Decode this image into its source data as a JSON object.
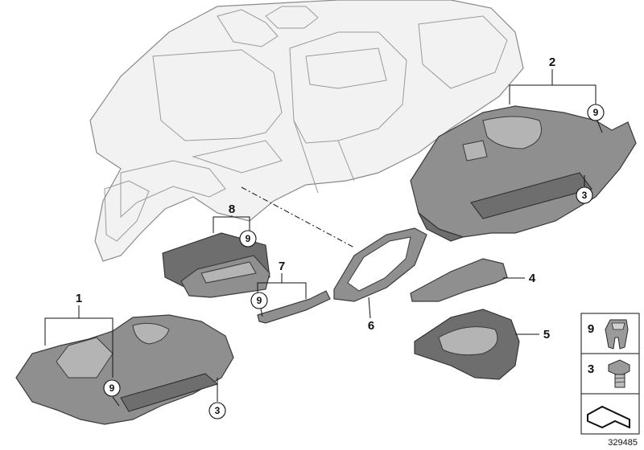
{
  "callouts": {
    "c1": "1",
    "c2": "2",
    "c3a": "3",
    "c3b": "3",
    "c4": "4",
    "c5": "5",
    "c6": "6",
    "c7": "7",
    "c8": "8",
    "c9a": "9",
    "c9b": "9",
    "c9c": "9",
    "c9d": "9"
  },
  "legend": {
    "item9": "9",
    "item3": "3"
  },
  "reference_number": "329485"
}
